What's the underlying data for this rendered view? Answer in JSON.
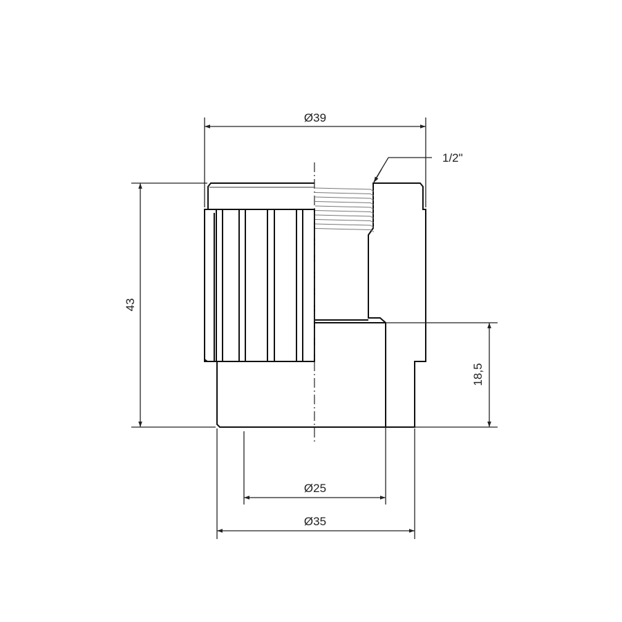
{
  "dimensions": {
    "outer_diameter": "Ø39",
    "length": "43",
    "socket_depth": "18,5",
    "inner_diameter": "Ø25",
    "socket_outer_diameter": "Ø35",
    "thread": "1/2\""
  },
  "colors": {
    "line": "#222222",
    "background": "#ffffff"
  }
}
